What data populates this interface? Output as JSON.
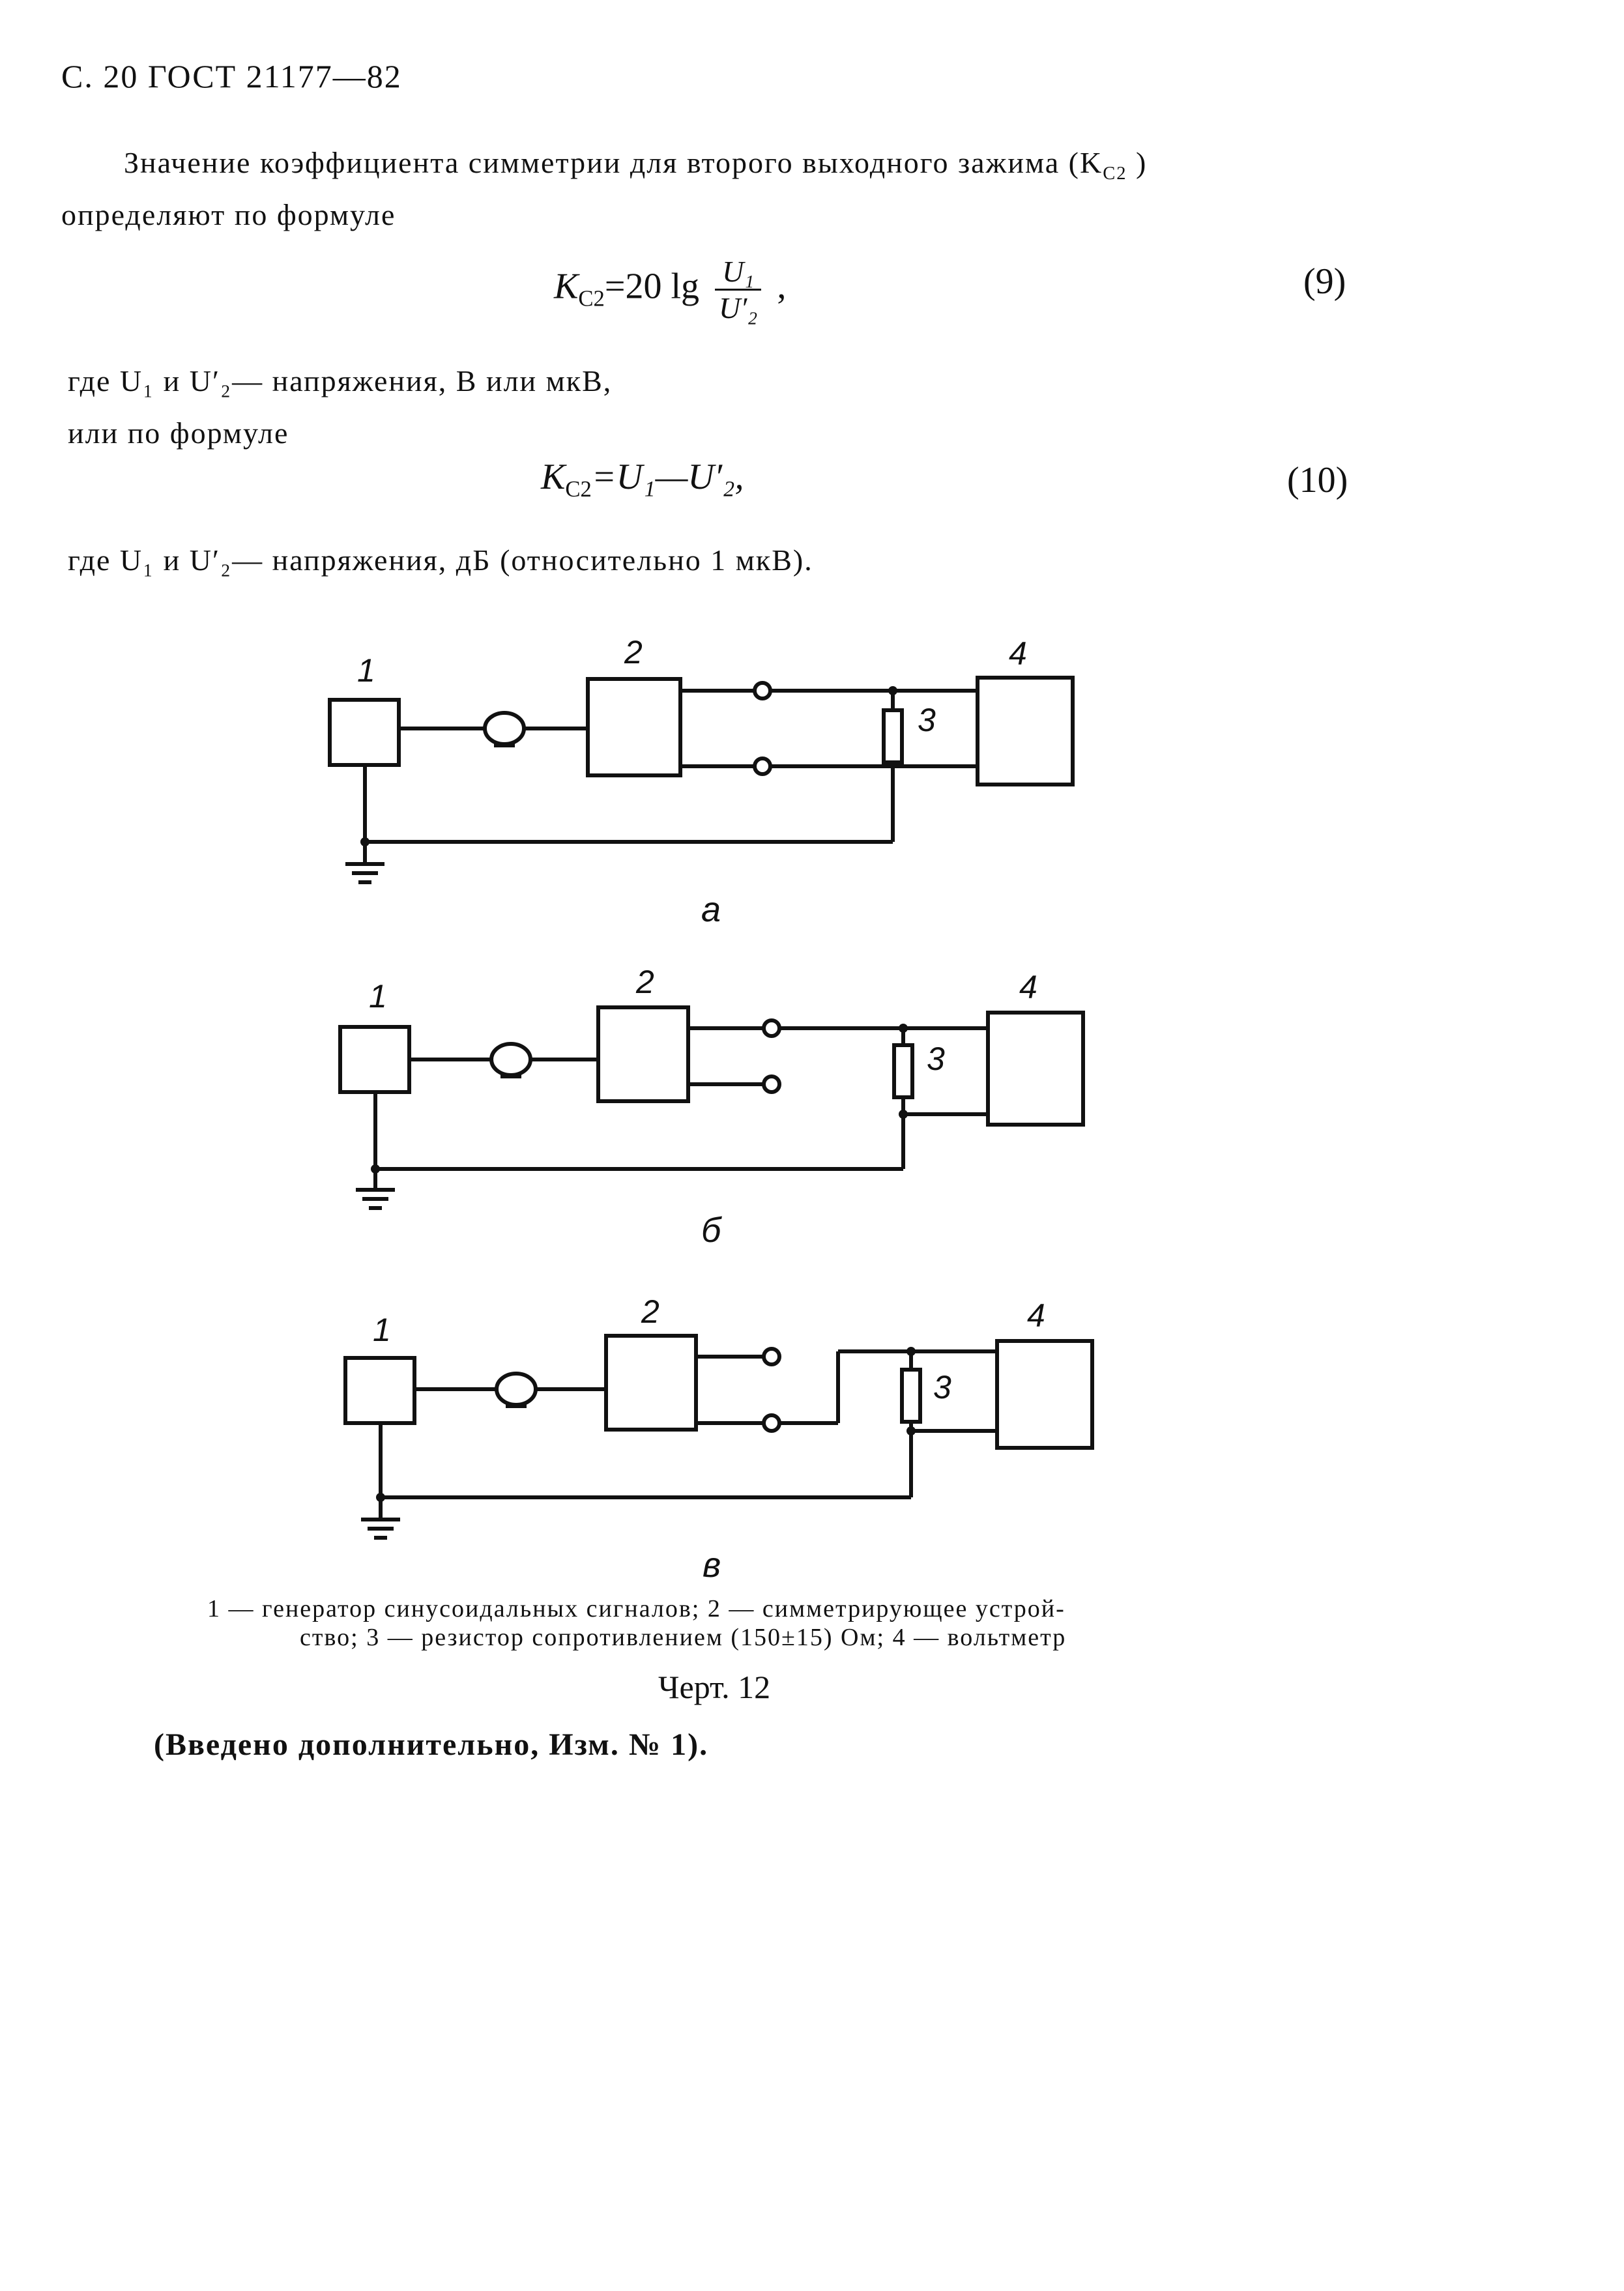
{
  "header": {
    "text": "С. 20 ГОСТ 21177—82"
  },
  "paragraphs": {
    "intro_line1": "Значение коэффициента симметрии для второго выходного зажима (K",
    "intro_sub": "C2",
    "intro_close": ")",
    "intro_line2": "определяют по формуле",
    "where1": "где U₁ и U′₂— напряжения, В или мкВ,",
    "or_formula": "или по формуле",
    "where2": "где U₁ и U′₂— напряжения, дБ (относительно 1 мкВ)."
  },
  "formulas": {
    "f9": {
      "lhs": "K",
      "lhs_sub": "C2",
      "eq": "=20 lg",
      "num": "U₁",
      "den": "U′₂",
      "tail": ",",
      "number": "(9)"
    },
    "f10": {
      "lhs": "K",
      "lhs_sub": "C2",
      "rhs": "=U₁—U′₂,",
      "number": "(10)"
    }
  },
  "diagram": {
    "labels": {
      "d1": "1",
      "d2": "2",
      "d3": "3",
      "d4": "4"
    },
    "variants": [
      "а",
      "б",
      "в"
    ]
  },
  "caption": {
    "line1": "1 — генератор синусоидальных сигналов; 2 — симметрирующее устрой-",
    "line2": "ство; 3 — резистор сопротивлением (150±15) Ом; 4 — вольтметр",
    "figure": "Черт. 12",
    "note": "(Введено дополнительно, Изм. № 1)."
  }
}
